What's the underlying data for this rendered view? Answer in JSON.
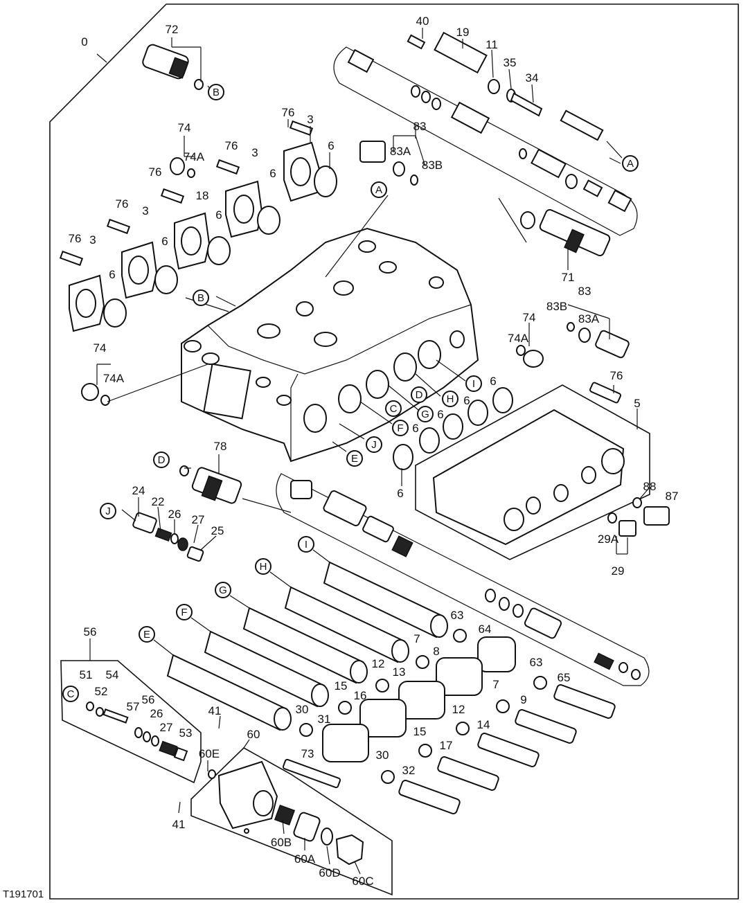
{
  "figure_id": "T191701",
  "callouts": {
    "c0": "0",
    "c72": "72",
    "c40": "40",
    "c19": "19",
    "c11": "11",
    "c35": "35",
    "c34": "34",
    "c76a": "76",
    "c3a": "3",
    "c6a": "6",
    "c83a": "83",
    "c83Aa": "83A",
    "c83Ba": "83B",
    "c74a": "74",
    "c74Aa": "74A",
    "c76b": "76",
    "c3b": "3",
    "c6b": "6",
    "c76c": "76",
    "c18": "18",
    "c6c": "6",
    "c76d": "76",
    "c3c": "3",
    "c6d": "6",
    "c76e": "76",
    "c3d": "3",
    "c6e": "6",
    "c71": "71",
    "c83b": "83",
    "c83Bb": "83B",
    "c83Ab": "83A",
    "c74b": "74",
    "c74Ab": "74A",
    "c74c": "74",
    "c74Ac": "74A",
    "c76f": "76",
    "c5": "5",
    "c6f": "6",
    "c6g": "6",
    "c6h": "6",
    "c6i": "6",
    "c6j": "6",
    "c78": "78",
    "c24": "24",
    "c22": "22",
    "c26a": "26",
    "c27a": "27",
    "c25": "25",
    "c88": "88",
    "c87": "87",
    "c29A": "29A",
    "c29": "29",
    "c63a": "63",
    "c64": "64",
    "c63b": "63",
    "c65": "65",
    "c7a": "7",
    "c8": "8",
    "c7b": "7",
    "c9": "9",
    "c12a": "12",
    "c13": "13",
    "c12b": "12",
    "c14": "14",
    "c15a": "15",
    "c16": "16",
    "c15b": "15",
    "c17": "17",
    "c30a": "30",
    "c31": "31",
    "c30b": "30",
    "c32": "32",
    "c73": "73",
    "c56a": "56",
    "c51": "51",
    "c54": "54",
    "c52": "52",
    "c57": "57",
    "c56b": "56",
    "c26b": "26",
    "c27b": "27",
    "c53": "53",
    "c41a": "41",
    "c41b": "41",
    "c60": "60",
    "c60E": "60E",
    "c60B": "60B",
    "c60A": "60A",
    "c60D": "60D",
    "c60C": "60C"
  },
  "reference_letters": {
    "A1": "A",
    "A2": "A",
    "B1": "B",
    "B2": "B",
    "C1": "C",
    "C2": "C",
    "D1": "D",
    "D2": "D",
    "E1": "E",
    "E2": "E",
    "F1": "F",
    "F2": "F",
    "G1": "G",
    "G2": "G",
    "H1": "H",
    "H2": "H",
    "I1": "I",
    "I2": "I",
    "J1": "J",
    "J2": "J"
  }
}
